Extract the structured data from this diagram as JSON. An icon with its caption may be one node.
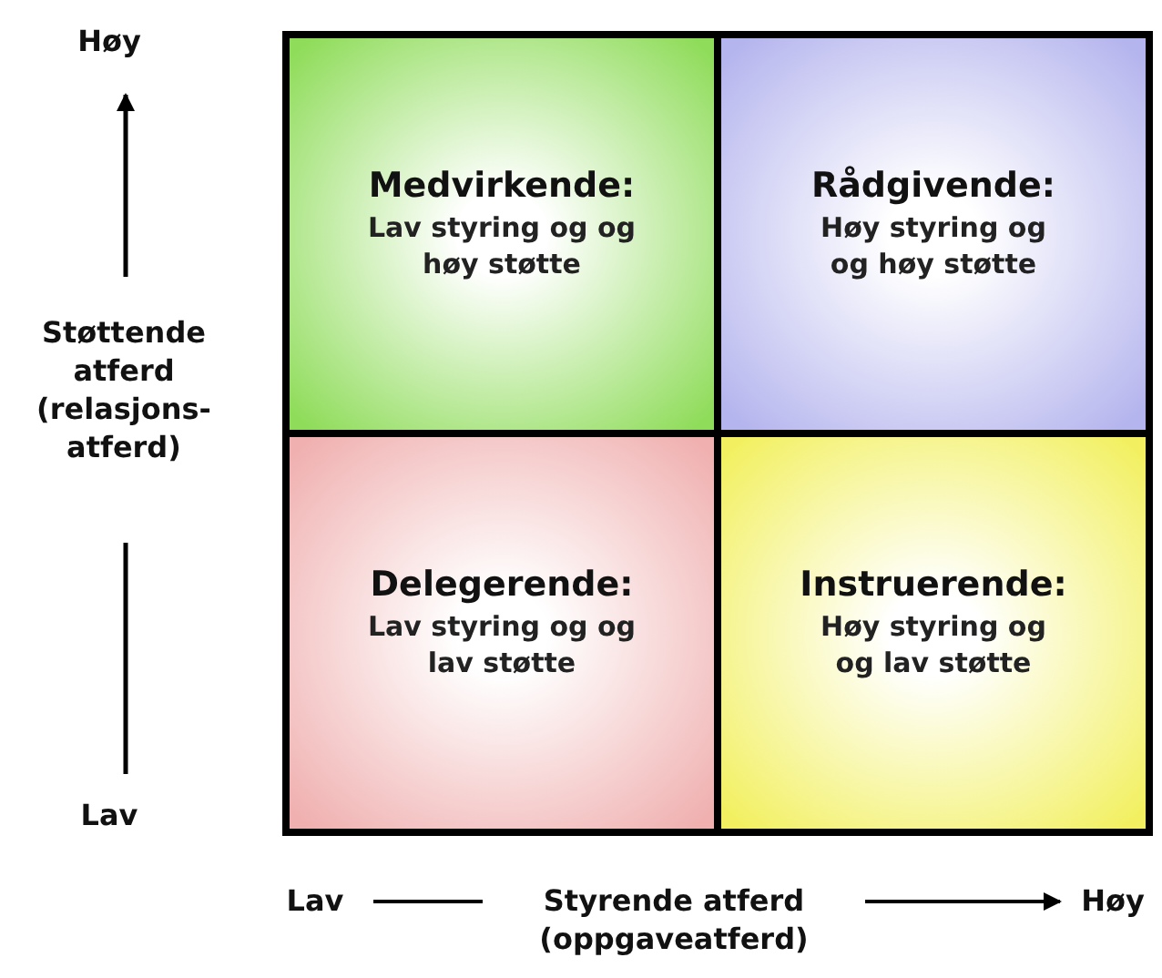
{
  "diagram": {
    "nodes": [
      {
        "text": [
          "Medvirkende:",
          "Lav styring og og høy støtte"
        ]
      },
      {
        "text": [
          "Rådgivende:",
          "Høy styring og og høy støtte"
        ]
      },
      {
        "text": [
          "Delegerende:",
          "Lav styring og og lav støtte"
        ]
      },
      {
        "text": [
          "Instruerende:",
          "Høy styring og og lav støtte"
        ]
      }
    ],
    "labels": [
      "Høy",
      "Støttende atferd (relasjons- atferd)",
      "Lav",
      "Lav",
      "Styrende atferd (oppgaveatferd)",
      "Høy"
    ]
  }
}
